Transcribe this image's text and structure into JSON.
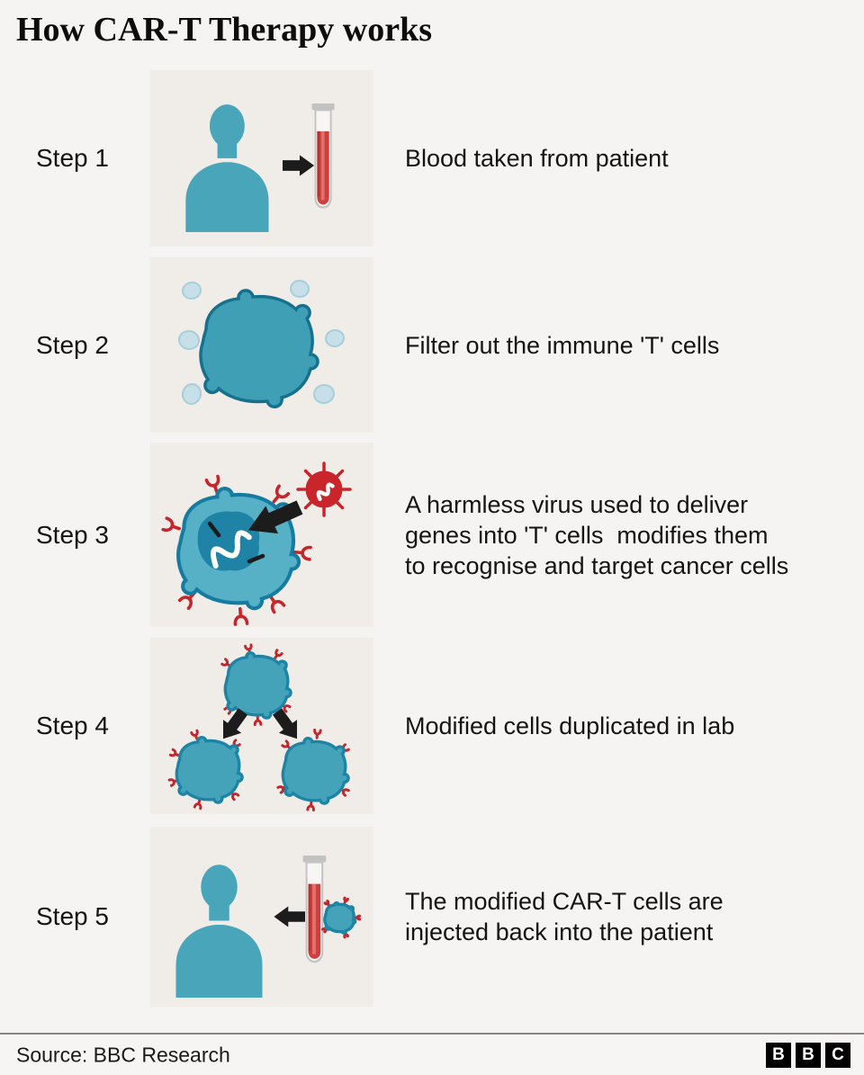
{
  "title": "How CAR-T Therapy works",
  "steps": [
    {
      "label": "Step 1",
      "description": "Blood taken from patient",
      "illustration": "person-blood-sample"
    },
    {
      "label": "Step 2",
      "description": "Filter out the immune 'T' cells",
      "illustration": "t-cell-among-blood-cells"
    },
    {
      "label": "Step 3",
      "description": "A harmless virus used to deliver\ngenes into 'T' cells  modifies them\nto recognise and target cancer cells",
      "illustration": "virus-delivering-genes-into-t-cell"
    },
    {
      "label": "Step 4",
      "description": "Modified cells duplicated in lab",
      "illustration": "modified-cell-duplication"
    },
    {
      "label": "Step 5",
      "description": "The modified CAR-T cells are\ninjected back into the patient",
      "illustration": "cells-injected-back-into-patient"
    }
  ],
  "footer": {
    "source": "Source: BBC Research",
    "logo_letters": [
      "B",
      "B",
      "C"
    ]
  },
  "colors": {
    "page_bg": "#f5f4f2",
    "panel_bg": "#f0ece8",
    "teal": "#44a3b8",
    "dark_teal": "#1d84a6",
    "light_cell_blue": "#c6dfe8",
    "red": "#c9262c",
    "blood_red": "#ce3e3c",
    "arrow_black": "#1c1c1c",
    "text": "#141414"
  }
}
